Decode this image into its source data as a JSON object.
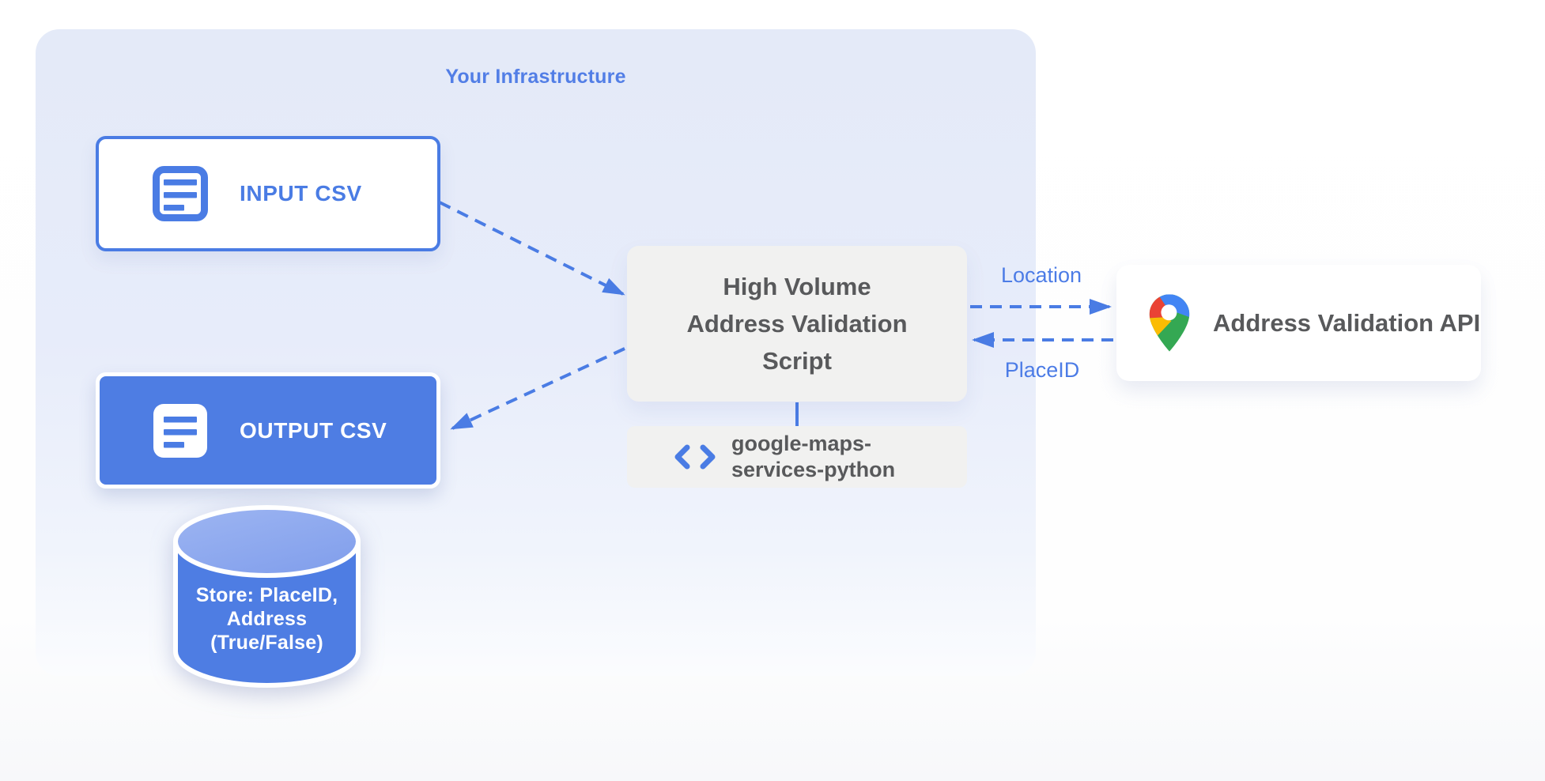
{
  "infrastructure": {
    "title": "Your Infrastructure"
  },
  "nodes": {
    "input_csv": {
      "label": "INPUT CSV",
      "icon": "document-icon"
    },
    "output_csv": {
      "label": "OUTPUT CSV",
      "icon": "document-icon"
    },
    "datastore": {
      "lines": [
        "Store: PlaceID,",
        "Address",
        "(True/False)"
      ],
      "shape": "database-cylinder"
    },
    "script": {
      "lines": [
        "High Volume",
        "Address Validation",
        "Script"
      ]
    },
    "library": {
      "lines": [
        "google-maps-",
        "services-python"
      ],
      "icon": "code-icon"
    },
    "api": {
      "label": "Address Validation API",
      "icon": "google-maps-pin-icon"
    }
  },
  "flows": {
    "request_label": "Location",
    "response_label": "PlaceID"
  },
  "colors": {
    "accent_blue": "#4A7CE4",
    "fill_blue": "#4E7DE3",
    "cylinder_top": "#8FA9EE",
    "container_blue": "#E6EBF9",
    "box_gray": "#F1F1F0",
    "text_gray": "#58595B",
    "label_blue": "#4C7CE6",
    "pin_red": "#EA4335",
    "pin_blue": "#4285F4",
    "pin_yellow": "#FBBC04",
    "pin_green": "#34A853",
    "white": "#FFFFFF"
  }
}
